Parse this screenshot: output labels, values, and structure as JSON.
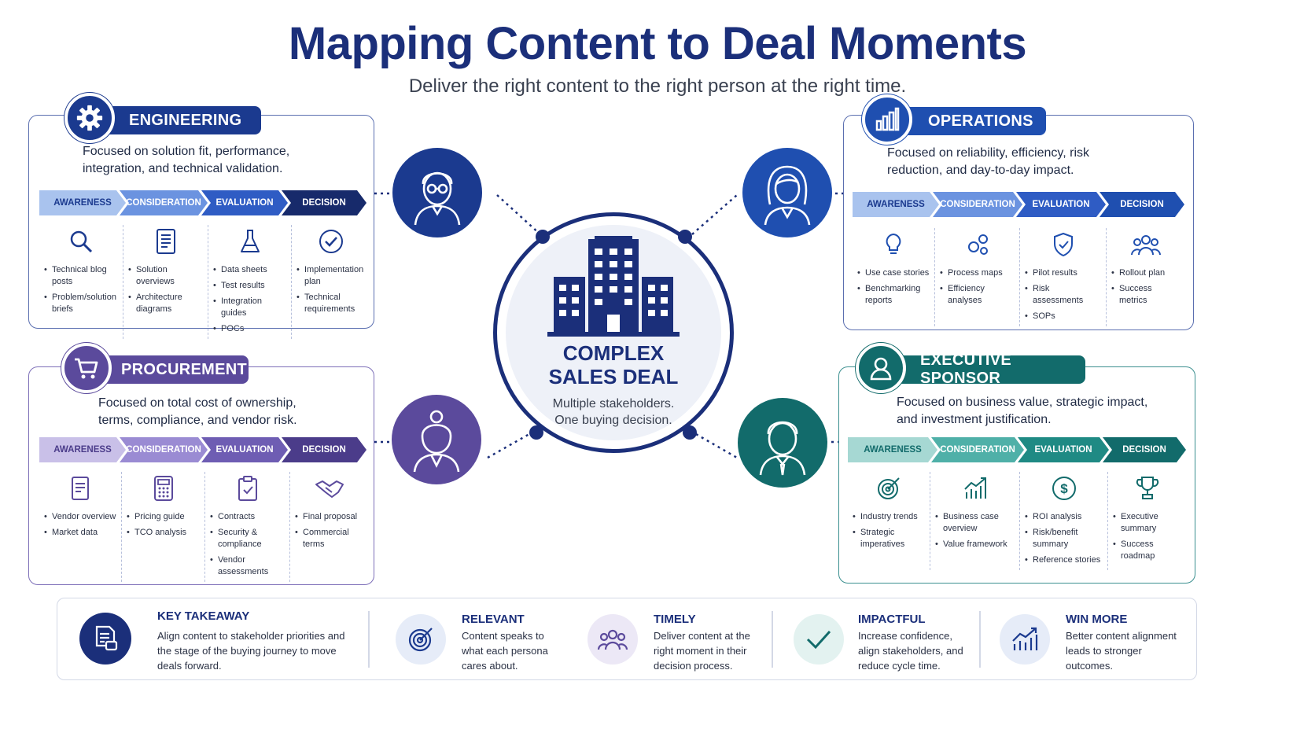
{
  "header": {
    "title": "Mapping Content to Deal Moments",
    "subtitle": "Deliver the right content to the right person at the right time."
  },
  "stages": [
    "AWARENESS",
    "CONSIDERATION",
    "EVALUATION",
    "DECISION"
  ],
  "colors": {
    "engineering": "#1b3a8f",
    "operations": "#1f4fb0",
    "procurement": "#5b4a9c",
    "executive": "#126b6b",
    "center": "#1b2f7a"
  },
  "engineering": {
    "label": "ENGINEERING",
    "focus": "Focused on solution fit, performance, integration, and technical validation.",
    "columns": [
      {
        "icon": "magnifier-icon",
        "items": [
          "Technical blog posts",
          "Problem/solution briefs"
        ]
      },
      {
        "icon": "document-icon",
        "items": [
          "Solution overviews",
          "Architecture diagrams"
        ]
      },
      {
        "icon": "flask-icon",
        "items": [
          "Data sheets",
          "Test results",
          "Integration guides",
          "POCs"
        ]
      },
      {
        "icon": "check-circle-icon",
        "items": [
          "Implementation plan",
          "Technical requirements"
        ]
      }
    ]
  },
  "operations": {
    "label": "OPERATIONS",
    "focus": "Focused on reliability, efficiency, risk reduction, and day-to-day impact.",
    "columns": [
      {
        "icon": "lightbulb-icon",
        "items": [
          "Use case stories",
          "Benchmarking reports"
        ]
      },
      {
        "icon": "gears-icon",
        "items": [
          "Process maps",
          "Efficiency analyses"
        ]
      },
      {
        "icon": "shield-check-icon",
        "items": [
          "Pilot results",
          "Risk assessments",
          "SOPs"
        ]
      },
      {
        "icon": "team-icon",
        "items": [
          "Rollout plan",
          "Success metrics"
        ]
      }
    ]
  },
  "procurement": {
    "label": "PROCUREMENT",
    "focus": "Focused on total cost of ownership, terms, compliance, and vendor risk.",
    "columns": [
      {
        "icon": "report-icon",
        "items": [
          "Vendor overview",
          "Market data"
        ]
      },
      {
        "icon": "calculator-icon",
        "items": [
          "Pricing guide",
          "TCO analysis"
        ]
      },
      {
        "icon": "clipboard-icon",
        "items": [
          "Contracts",
          "Security & compliance",
          "Vendor assessments"
        ]
      },
      {
        "icon": "handshake-icon",
        "items": [
          "Final proposal",
          "Commercial terms"
        ]
      }
    ]
  },
  "executive": {
    "label": "EXECUTIVE SPONSOR",
    "focus": "Focused on business value, strategic impact, and investment justification.",
    "columns": [
      {
        "icon": "target-icon",
        "items": [
          "Industry trends",
          "Strategic imperatives"
        ]
      },
      {
        "icon": "growth-chart-icon",
        "items": [
          "Business case overview",
          "Value framework"
        ]
      },
      {
        "icon": "dollar-icon",
        "items": [
          "ROI analysis",
          "Risk/benefit summary",
          "Reference stories"
        ]
      },
      {
        "icon": "trophy-icon",
        "items": [
          "Executive summary",
          "Success roadmap"
        ]
      }
    ]
  },
  "center": {
    "title_line1": "COMPLEX",
    "title_line2": "SALES DEAL",
    "sub_line1": "Multiple stakeholders.",
    "sub_line2": "One buying decision."
  },
  "footer": {
    "takeaway": {
      "heading": "KEY TAKEAWAY",
      "text": "Align content to stakeholder priorities and the stage of the buying journey to move deals forward."
    },
    "items": [
      {
        "heading": "RELEVANT",
        "text": "Content speaks to what each persona cares about."
      },
      {
        "heading": "TIMELY",
        "text": "Deliver content at the right moment in their decision process."
      },
      {
        "heading": "IMPACTFUL",
        "text": "Increase confidence, align stakeholders, and reduce cycle time."
      },
      {
        "heading": "WIN MORE",
        "text": "Better content alignment leads to stronger outcomes."
      }
    ]
  }
}
